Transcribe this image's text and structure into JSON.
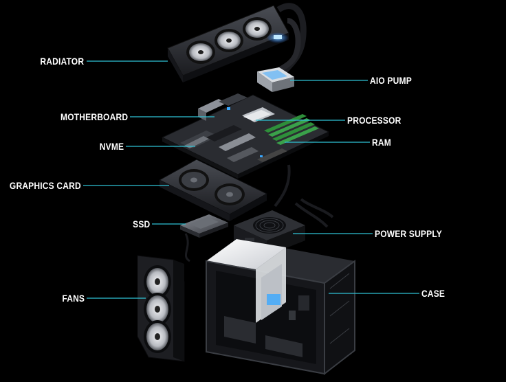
{
  "colors": {
    "background": "#000000",
    "leader_line": "#2fc4d6",
    "label_text": "#ffffff",
    "accent_glow": "#3aa8ff",
    "ram_green": "#2e8f3a"
  },
  "labels": {
    "radiator": "RADIATOR",
    "aio_pump": "AIO PUMP",
    "motherboard": "MOTHERBOARD",
    "processor": "PROCESSOR",
    "nvme": "NVME",
    "ram": "RAM",
    "graphics_card": "GRAPHICS CARD",
    "ssd": "SSD",
    "power_supply": "POWER SUPPLY",
    "fans": "FANS",
    "case": "CASE"
  }
}
